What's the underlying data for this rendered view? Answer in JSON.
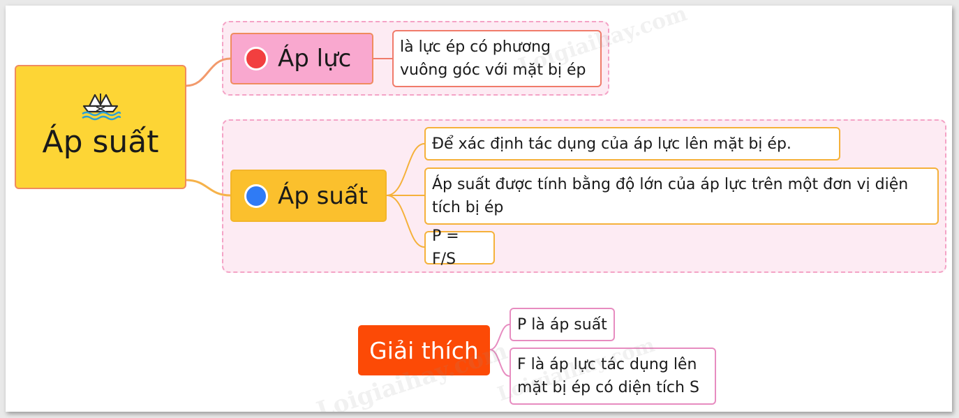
{
  "root": {
    "label": "Áp suất"
  },
  "branches": [
    {
      "label": "Áp lực",
      "dot_color": "#f23f3f",
      "details": [
        "là lực ép có phương vuông góc với mặt bị ép"
      ]
    },
    {
      "label": "Áp suất",
      "dot_color": "#2f7bf5",
      "details": [
        "Để xác định tác dụng của áp lực lên mặt bị ép.",
        "Áp suất được tính bằng độ lớn của áp lực trên một đơn vị diện tích bị ép",
        "P = F/S"
      ]
    }
  ],
  "floating": {
    "label": "Giải thích",
    "details": [
      "P là áp suất",
      "F là áp lực tác dụng lên mặt bị ép có diện tích S"
    ]
  },
  "watermark": "Loigiaihay.com",
  "colors": {
    "root_fill": "#fdd535",
    "branch_a_fill": "#f9a8cf",
    "branch_b_fill": "#fbc02d",
    "floating_fill": "#fc4a06",
    "group_fill": "#fdebf3",
    "group_border": "#f4a3c6",
    "connector_a": "#f29a6c",
    "connector_b": "#f6b24a",
    "connector_floating": "#e78cc0"
  }
}
